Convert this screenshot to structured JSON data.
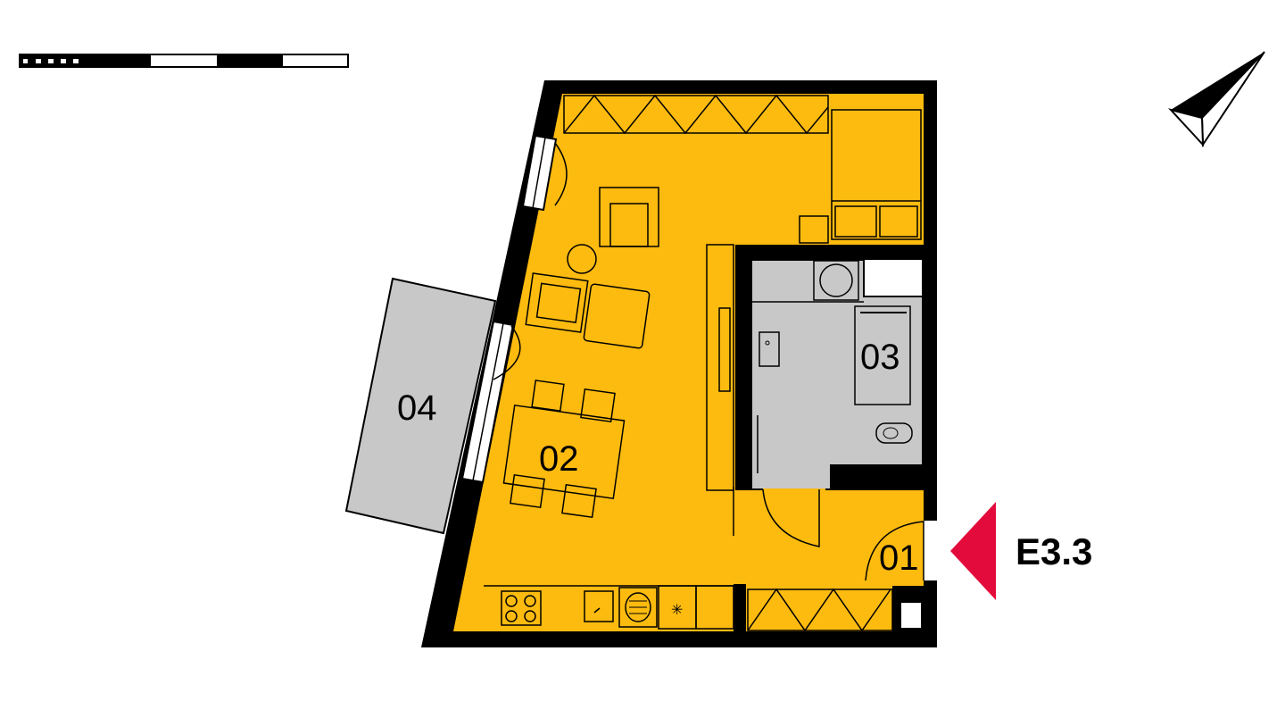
{
  "colors": {
    "living_area": "#fdbb0f",
    "bathroom": "#c8c8c8",
    "balcony": "#c8c8c8",
    "wall": "#000000",
    "entrance_marker": "#e30b3c"
  },
  "rooms": {
    "entrance": {
      "number": "01"
    },
    "living": {
      "number": "02"
    },
    "bathroom": {
      "number": "03"
    },
    "balcony": {
      "number": "04"
    }
  },
  "unit": {
    "code": "E3.3"
  },
  "icons": {
    "north_arrow": "north-arrow-icon",
    "scale_bar": "scale-bar-icon",
    "entrance_marker": "entrance-triangle-icon"
  }
}
